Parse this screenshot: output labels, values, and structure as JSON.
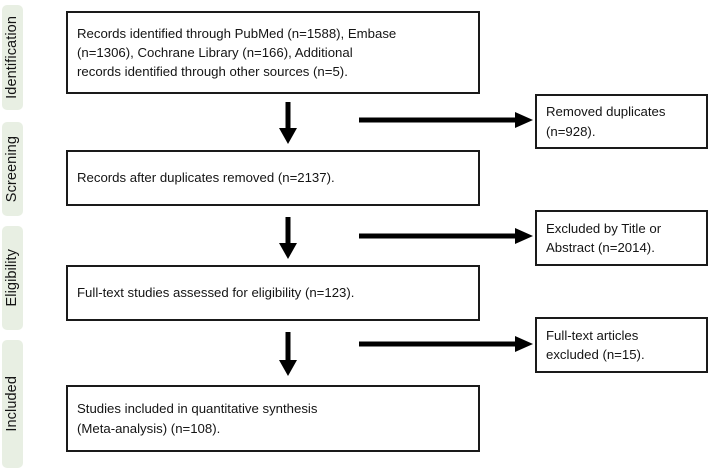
{
  "diagram": {
    "type": "prisma-flow-diagram",
    "title": "PRISMA study selection flow diagram",
    "stage_color": "#e8efe3",
    "box_border_color": "#1a1a1a",
    "arrow_color": "#000000",
    "background": "#ffffff"
  },
  "stages": [
    {
      "label": "Identification"
    },
    {
      "label": "Screening"
    },
    {
      "label": "Eligibility"
    },
    {
      "label": "Included"
    }
  ],
  "main_boxes": [
    {
      "text": "Records identified through PubMed (n=1588), Embase\n(n=1306), Cochrane Library (n=166), Additional\nrecords identified through other sources (n=5)."
    },
    {
      "text": "Records after duplicates removed (n=2137)."
    },
    {
      "text": "Full-text studies assessed for eligibility (n=123)."
    },
    {
      "text": "Studies included in quantitative synthesis\n(Meta-analysis) (n=108)."
    }
  ],
  "side_boxes": [
    {
      "text": "Removed duplicates\n(n=928)."
    },
    {
      "text": "Excluded by Title or\nAbstract (n=2014)."
    },
    {
      "text": "Full-text articles\nexcluded (n=15)."
    }
  ],
  "chart_data": {
    "type": "diagram",
    "title": "PRISMA flow of study selection",
    "nodes": [
      {
        "id": "identified",
        "stage": "Identification",
        "label": "Records identified through PubMed (n=1588), Embase (n=1306), Cochrane Library (n=166), Additional records identified through other sources (n=5).",
        "counts": {
          "PubMed": 1588,
          "Embase": 1306,
          "Cochrane Library": 166,
          "Other sources": 5
        }
      },
      {
        "id": "duplicates_removed",
        "stage": "Screening",
        "label": "Removed duplicates (n=928).",
        "n": 928
      },
      {
        "id": "after_duplicates",
        "stage": "Screening",
        "label": "Records after duplicates removed (n=2137).",
        "n": 2137
      },
      {
        "id": "excluded_title_abstract",
        "stage": "Screening",
        "label": "Excluded by Title or Abstract (n=2014).",
        "n": 2014
      },
      {
        "id": "fulltext_assessed",
        "stage": "Eligibility",
        "label": "Full-text studies assessed for eligibility (n=123).",
        "n": 123
      },
      {
        "id": "fulltext_excluded",
        "stage": "Eligibility",
        "label": "Full-text articles excluded (n=15).",
        "n": 15
      },
      {
        "id": "included",
        "stage": "Included",
        "label": "Studies included in quantitative synthesis (Meta-analysis) (n=108).",
        "n": 108
      }
    ],
    "edges": [
      {
        "from": "identified",
        "to": "after_duplicates",
        "direction": "down"
      },
      {
        "from": "identified",
        "to": "duplicates_removed",
        "direction": "right"
      },
      {
        "from": "after_duplicates",
        "to": "fulltext_assessed",
        "direction": "down"
      },
      {
        "from": "after_duplicates",
        "to": "excluded_title_abstract",
        "direction": "right"
      },
      {
        "from": "fulltext_assessed",
        "to": "included",
        "direction": "down"
      },
      {
        "from": "fulltext_assessed",
        "to": "fulltext_excluded",
        "direction": "right"
      }
    ]
  }
}
